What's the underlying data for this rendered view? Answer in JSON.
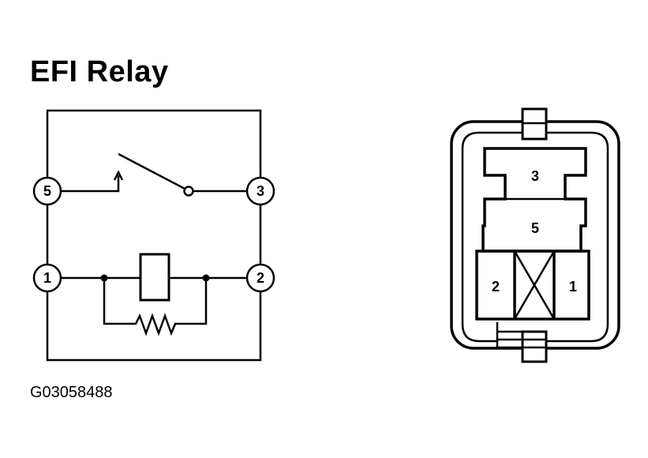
{
  "title": "EFI Relay",
  "figure_code": "G03058488",
  "schematic": {
    "pins": {
      "p5": "5",
      "p3": "3",
      "p1": "1",
      "p2": "2"
    }
  },
  "connector": {
    "cavities": {
      "c3": "3",
      "c5": "5",
      "c2": "2",
      "c1": "1"
    }
  }
}
